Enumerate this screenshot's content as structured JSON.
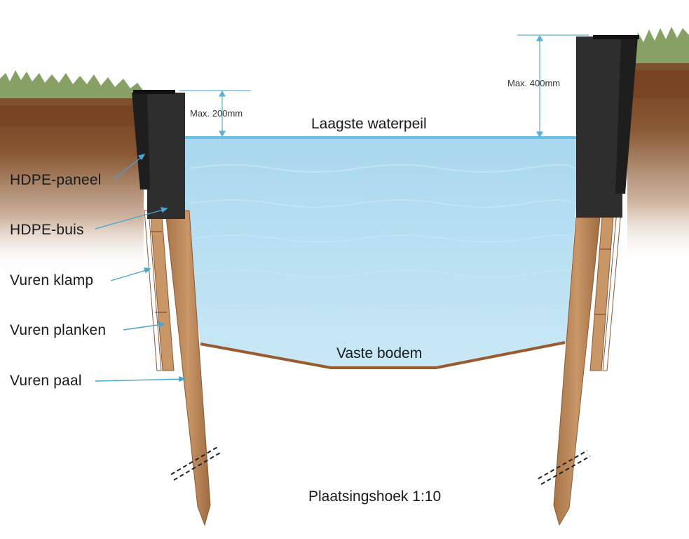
{
  "labels": {
    "hdpe_panel": "HDPE-paneel",
    "hdpe_tube": "HDPE-buis",
    "spruce_clamp": "Vuren klamp",
    "spruce_planks": "Vuren planken",
    "spruce_post": "Vuren paal",
    "lowest_water_level": "Laagste waterpeil",
    "fixed_bottom": "Vaste bodem",
    "placement_angle": "Plaatsingshoek 1:10",
    "max_left": "Max. 200mm",
    "max_right": "Max. 400mm"
  },
  "colors": {
    "water": "#b9def0",
    "water_surface": "#6cc0e6",
    "wood": "#c08a5c",
    "panel": "#2b2b2b",
    "soil": "#7a4a28",
    "grass": "#7f9a5a",
    "pointer": "#4aa3cf",
    "bottom": "#9a5a2e"
  }
}
